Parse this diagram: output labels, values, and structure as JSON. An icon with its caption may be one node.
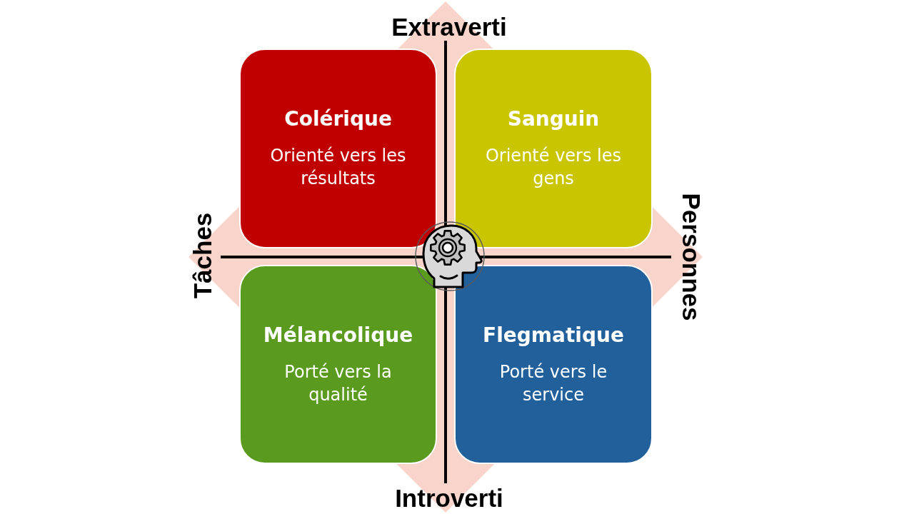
{
  "diagram": {
    "nodes": [
      {
        "text": [
          "Colérique",
          "Orienté vers les résultats"
        ]
      },
      {
        "text": [
          "Sanguin",
          "Orienté vers les gens"
        ]
      },
      {
        "text": [
          "Mélancolique",
          "Porté vers la qualité"
        ]
      },
      {
        "text": [
          "Flegmatique",
          "Porté vers le service"
        ]
      }
    ],
    "labels": [
      "Extraverti",
      "Tâches",
      "Personnes",
      "Introverti"
    ]
  }
}
